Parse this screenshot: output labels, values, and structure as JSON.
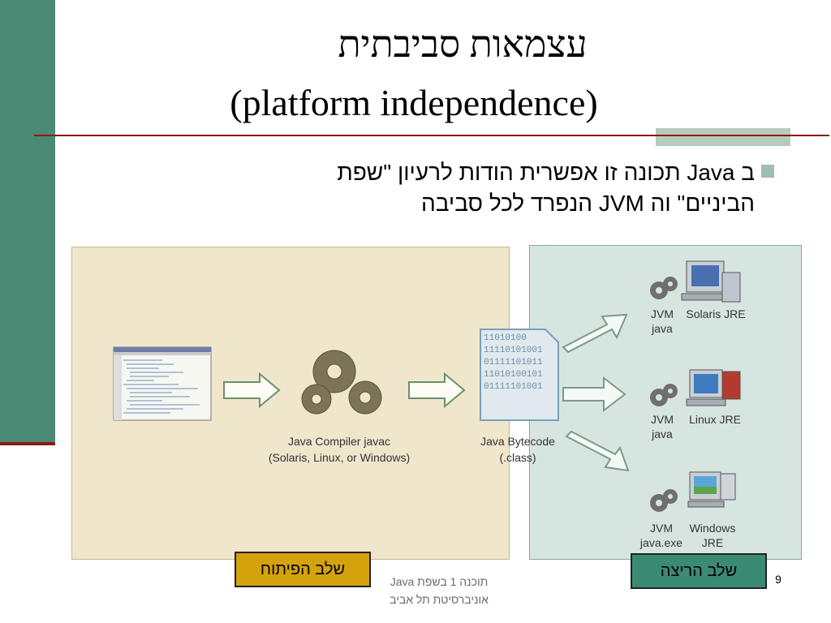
{
  "slide": {
    "title_hebrew": "עצמאות סביבתית",
    "title_english": "(platform independence)",
    "bullet_line1": "ב Java תכונה זו אפשרית הודות לרעיון \"שפת",
    "bullet_line2": "הביניים\" וה JVM הנפרד לכל סביבה"
  },
  "diagram": {
    "compiler_line1": "Java Compiler javac",
    "compiler_line2": "(Solaris, Linux, or Windows)",
    "bytecode_line1": "Java Bytecode",
    "bytecode_line2": "(.class)",
    "bytecode_bits": [
      "11010100",
      "11110101001",
      "01111101011",
      "11010100101",
      "01111101001"
    ],
    "platforms": [
      {
        "jvm": "JVM",
        "cmd": "java",
        "jre_line1": "Solaris JRE",
        "jre_line2": ""
      },
      {
        "jvm": "JVM",
        "cmd": "java",
        "jre_line1": "Linux JRE",
        "jre_line2": ""
      },
      {
        "jvm": "JVM",
        "cmd": "java.exe",
        "jre_line1": "Windows",
        "jre_line2": "JRE"
      }
    ],
    "dev_stage_label": "שלב הפיתוח",
    "run_stage_label": "שלב הריצה"
  },
  "footer": {
    "line1": "תוכנה 1 בשפת Java",
    "line2": "אוניברסיטת תל אביב",
    "page_number": "9"
  },
  "colors": {
    "left_bar": "#4a8a75",
    "accent_red": "#8b1a1a",
    "dev_panel": "#efe6cc",
    "run_panel": "#d7e5e1",
    "dev_label": "#d4a20a",
    "run_label": "#3b8a74"
  }
}
